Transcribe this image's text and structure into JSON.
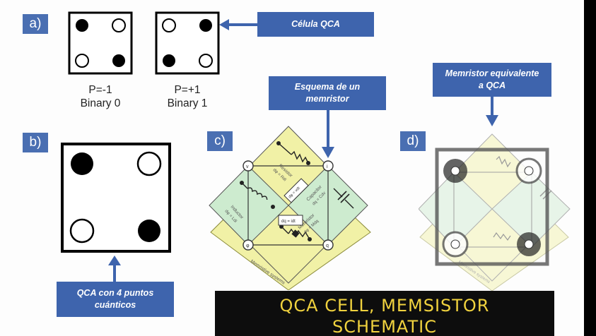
{
  "panels": {
    "a": "a)",
    "b": "b)",
    "c": "c)",
    "d": "d)"
  },
  "qca_cells": [
    {
      "polarization": "P=-1",
      "state": "Binary 0"
    },
    {
      "polarization": "P=+1",
      "state": "Binary 1"
    }
  ],
  "callouts": {
    "qca_cell": "Célula QCA",
    "memristor_schema": [
      "Esquema de un",
      "memristor"
    ],
    "memristor_equiv": [
      "Memristor equivalente",
      "a QCA"
    ],
    "qca_dots": [
      "QCA con 4 puntos",
      "cuánticos"
    ]
  },
  "schematic": {
    "resistor": [
      "Resistor",
      "dφ = Rdi"
    ],
    "capacitor": [
      "Capacitor",
      "dq = Cdv"
    ],
    "inductor": [
      "Inductor",
      "dφ = Ldi"
    ],
    "memristor": [
      "Memristor",
      "dφ = Mdq"
    ],
    "link_top": "dφ = vdt",
    "link_bottom": "dq = idt",
    "node_v": "v",
    "node_i": "i",
    "node_phi": "φ",
    "node_q": "q",
    "footer": "Memristive systems"
  },
  "banner": [
    "QCA CELL, MEMSISTOR",
    "SCHEMATIC"
  ],
  "colors": {
    "accent": "#3e64ad",
    "label_bg": "#4a6fb2",
    "banner_text": "#f0d23e",
    "banner_bg": "#0d0d0d",
    "yellow_square": "#f1f1a6",
    "green_square": "#cdebcf"
  }
}
